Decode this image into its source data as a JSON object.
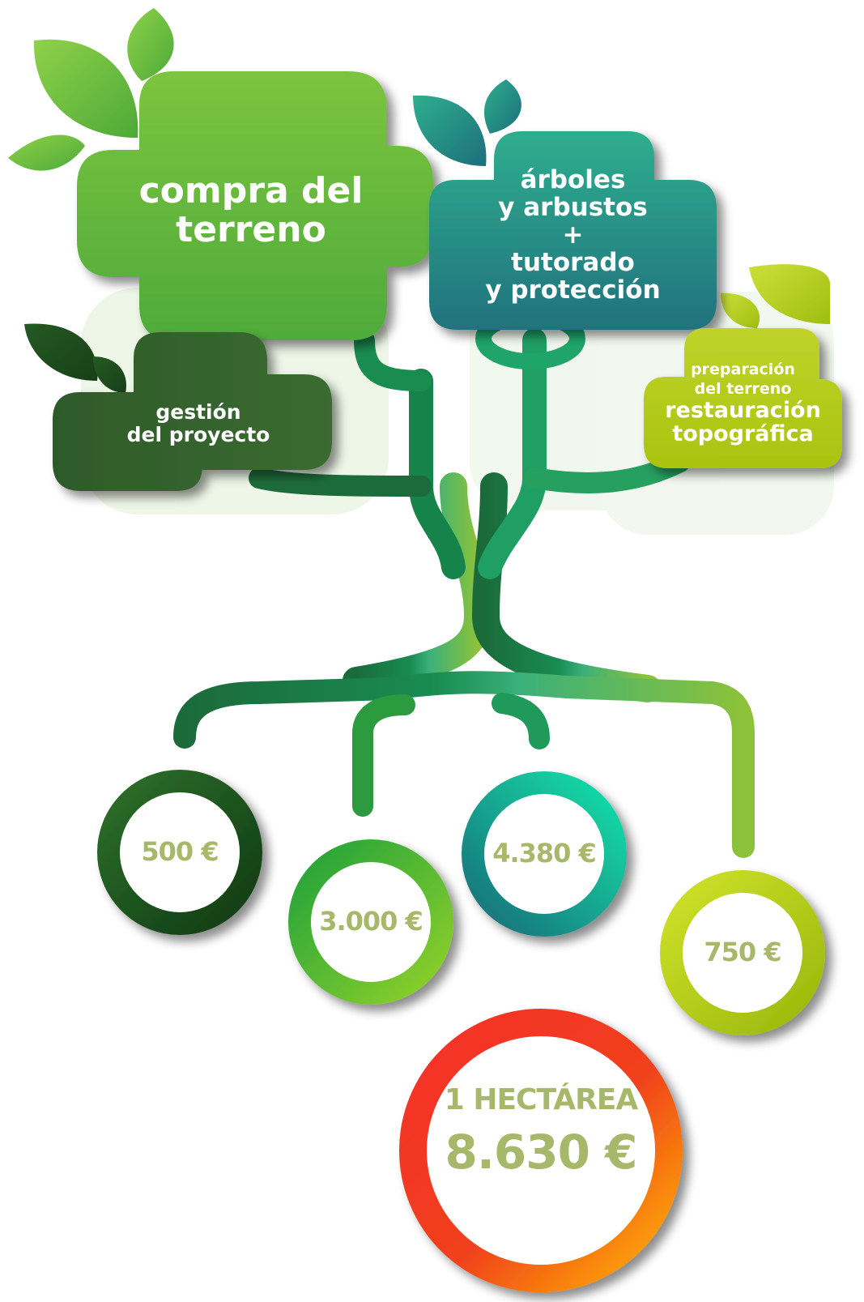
{
  "boxes": {
    "compra": {
      "line1": "compra del",
      "line2": "terreno"
    },
    "arboles": {
      "line1": "árboles",
      "line2": "y arbustos",
      "line3": "+",
      "line4": "tutorado",
      "line5": "y protección"
    },
    "gestion": {
      "line1": "gestión",
      "line2": "del proyecto"
    },
    "preparacion": {
      "line1": "preparación",
      "line2": "del terreno",
      "line3": "restauración",
      "line4": "topográfica"
    }
  },
  "costs": {
    "gestion": "500 €",
    "compra": "3.000 €",
    "arboles": "4.380 €",
    "preparacion": "750 €"
  },
  "total": {
    "label": "1 HECTÁREA",
    "amount": "8.630 €"
  },
  "colors": {
    "light_green": "#6cc24a",
    "teal": "#2a9d8f",
    "dark_green": "#2f5f2f",
    "lime": "#b8cf1a",
    "amount_text": "#a8b86a",
    "trunk": "#1f9a5a"
  }
}
